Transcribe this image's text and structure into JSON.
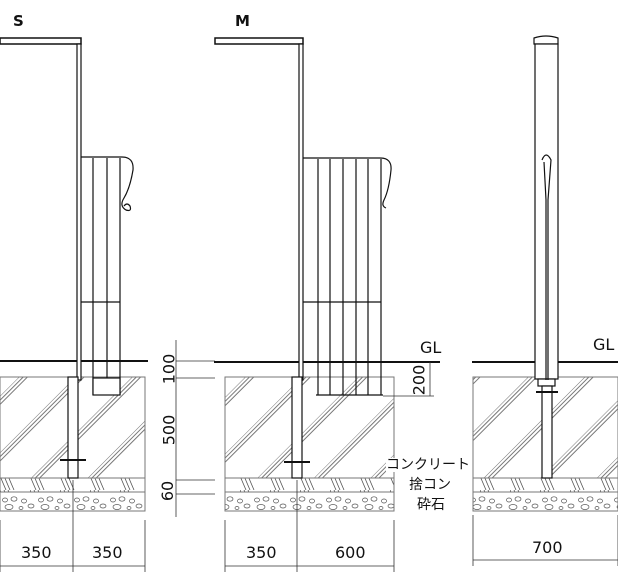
{
  "views": [
    {
      "label": "S",
      "dimensions": [
        "350",
        "350"
      ]
    },
    {
      "label": "M",
      "dimensions": [
        "350",
        "600"
      ],
      "height_dimension": "200"
    },
    {
      "label": "",
      "dimensions": [
        "700"
      ]
    }
  ],
  "ground_label": "GL",
  "vertical_dimensions": {
    "top": "100",
    "middle": "500",
    "bottom": "60"
  },
  "layers": {
    "concrete": "コンクリート",
    "lean_concrete": "捨コン",
    "gravel": "砕石"
  },
  "colors": {
    "line": "#111111",
    "hatch": "#555555",
    "dimension": "#333333"
  }
}
